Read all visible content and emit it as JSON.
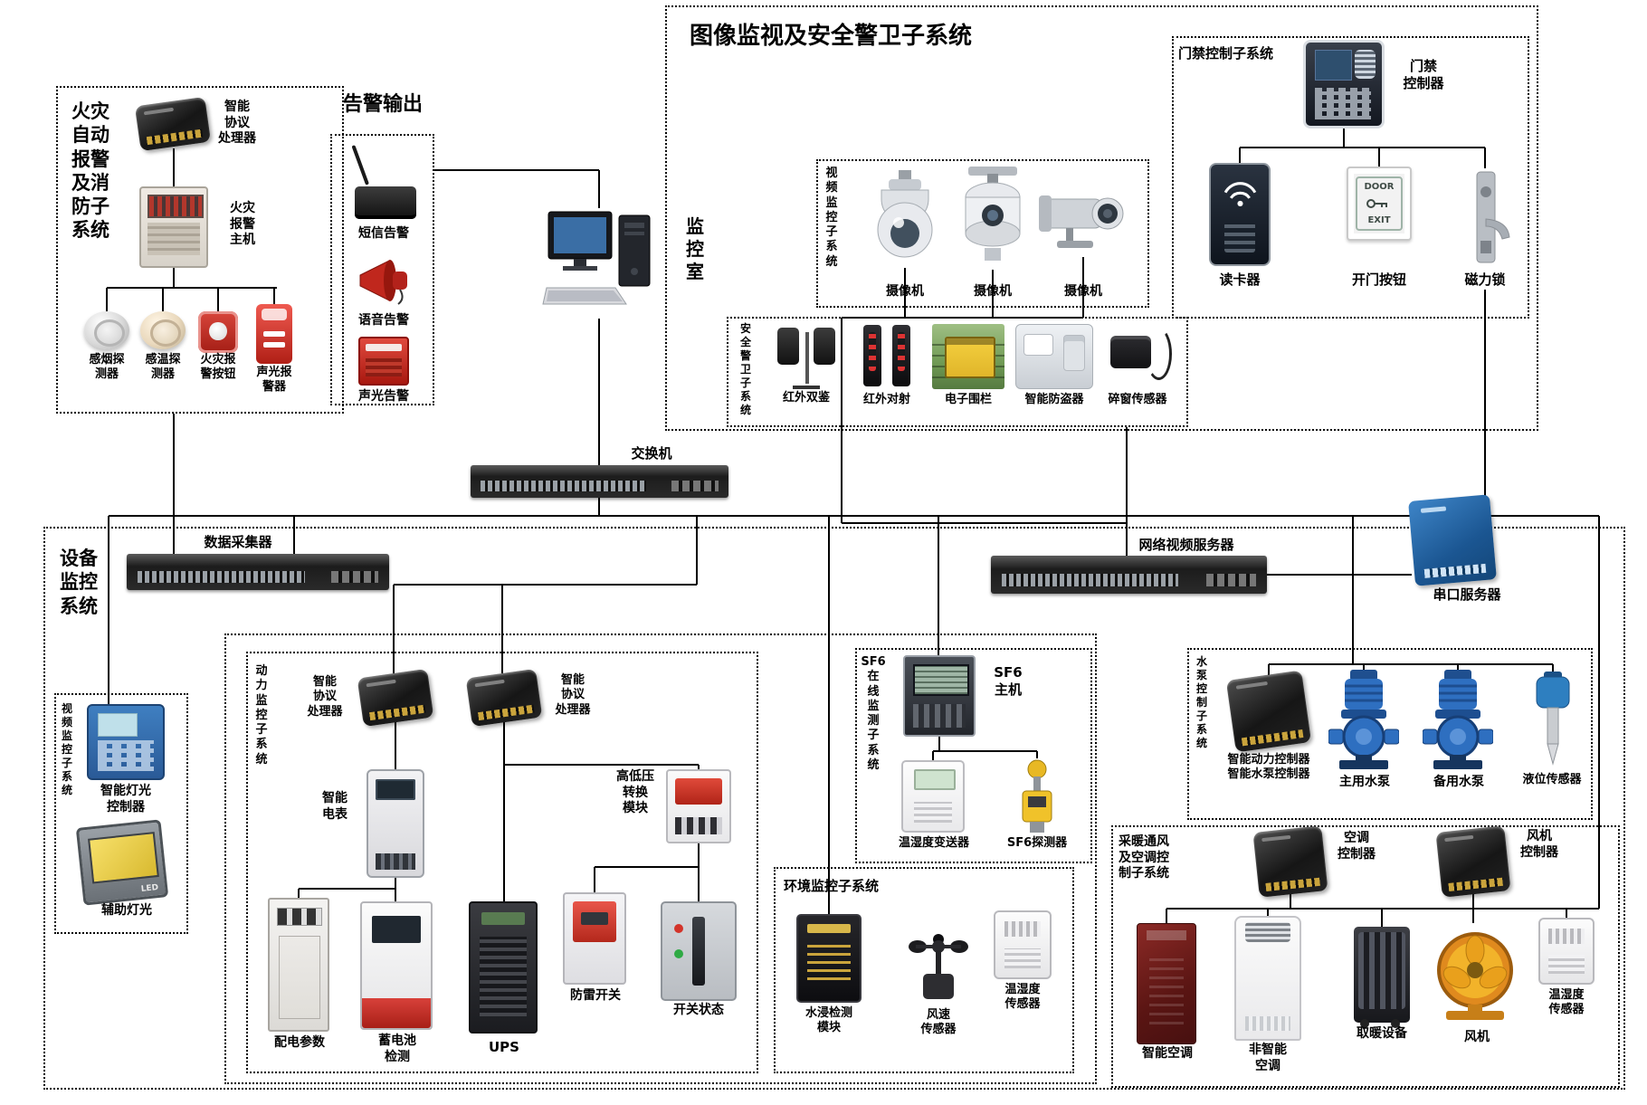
{
  "fire_system": {
    "title": "火灾\n自动\n报警\n及消\n防子\n系统",
    "processor": "智能\n协议\n处理器",
    "host": "火灾\n报警\n主机",
    "smoke_detector": "感烟探\n测器",
    "heat_detector": "感温探\n测器",
    "alarm_button": "火灾报\n警按钮",
    "sound_light_alarm": "声光报\n警器"
  },
  "alarm_output": {
    "title": "告警输出",
    "sms": "短信告警",
    "voice": "语音告警",
    "sound_light": "声光告警"
  },
  "control_room": {
    "title": "监\n控\n室"
  },
  "core_switch": {
    "label": "交换机"
  },
  "security_system": {
    "title": "图像监视及安全警卫子系统",
    "video_sub": {
      "title": "视\n频\n监\n控\n子\n系\n统",
      "camera1": "摄像机",
      "camera2": "摄像机",
      "camera3": "摄像机"
    },
    "access_sub": {
      "title": "门禁控制子系统",
      "controller": "门禁\n控制器",
      "reader": "读卡器",
      "door_button": "开门按钮",
      "door_text_top": "DOOR",
      "door_text_bottom": "EXIT",
      "mag_lock": "磁力锁"
    },
    "guard_sub": {
      "title": "安\n全\n警\n卫\n子\n系\n统",
      "ir_dual": "红外双鉴",
      "ir_beam": "红外对射",
      "fence": "电子围栏",
      "antitheft": "智能防盗器",
      "window_sensor": "碎窗传感器"
    }
  },
  "collector": {
    "label": "数据采集器"
  },
  "nvr": {
    "label": "网络视频服务器"
  },
  "serial_server": {
    "label": "串口服务器"
  },
  "equipment_system": {
    "title": "设备\n监控\n系统",
    "video_sub": {
      "title": "视\n频\n监\n控\n子\n系\n统",
      "light_controller": "智能灯光\n控制器",
      "aux_light": "辅助灯光",
      "led_text": "LED"
    },
    "power_sub": {
      "title": "动\n力\n监\n控\n子\n系\n统",
      "processor1": "智能\n协议\n处理器",
      "processor2": "智能\n协议\n处理器",
      "meter": "智能\n电表",
      "hv_module": "高低压\n转换\n模块",
      "power_params": "配电参数",
      "battery_test": "蓄电池\n检测",
      "ups": "UPS",
      "surge": "防雷开关",
      "switch_status": "开关状态"
    },
    "sf6_sub": {
      "title": "SF6\n在\n线\n监\n测\n子\n系\n统",
      "host": "SF6\n主机",
      "transmitter": "温湿度变送器",
      "detector": "SF6探测器"
    },
    "env_sub": {
      "title": "环境监控子系统",
      "water_module": "水浸检测\n模块",
      "wind_sensor": "风速\n传感器",
      "th_sensor": "温湿度\n传感器"
    },
    "pump_sub": {
      "title": "水\n泵\n控\n制\n子\n系\n统",
      "controller": "智能动力控制器\n智能水泵控制器",
      "main_pump": "主用水泵",
      "backup_pump": "备用水泵",
      "level_sensor": "液位传感器"
    },
    "hvac_sub": {
      "title": "采暖通风\n及空调控\n制子系统",
      "ac_controller": "空调\n控制器",
      "fan_controller": "风机\n控制器",
      "smart_ac": "智能空调",
      "normal_ac": "非智能\n空调",
      "heater": "取暖设备",
      "fan": "风机",
      "th_sensor": "温湿度\n传感器"
    }
  }
}
